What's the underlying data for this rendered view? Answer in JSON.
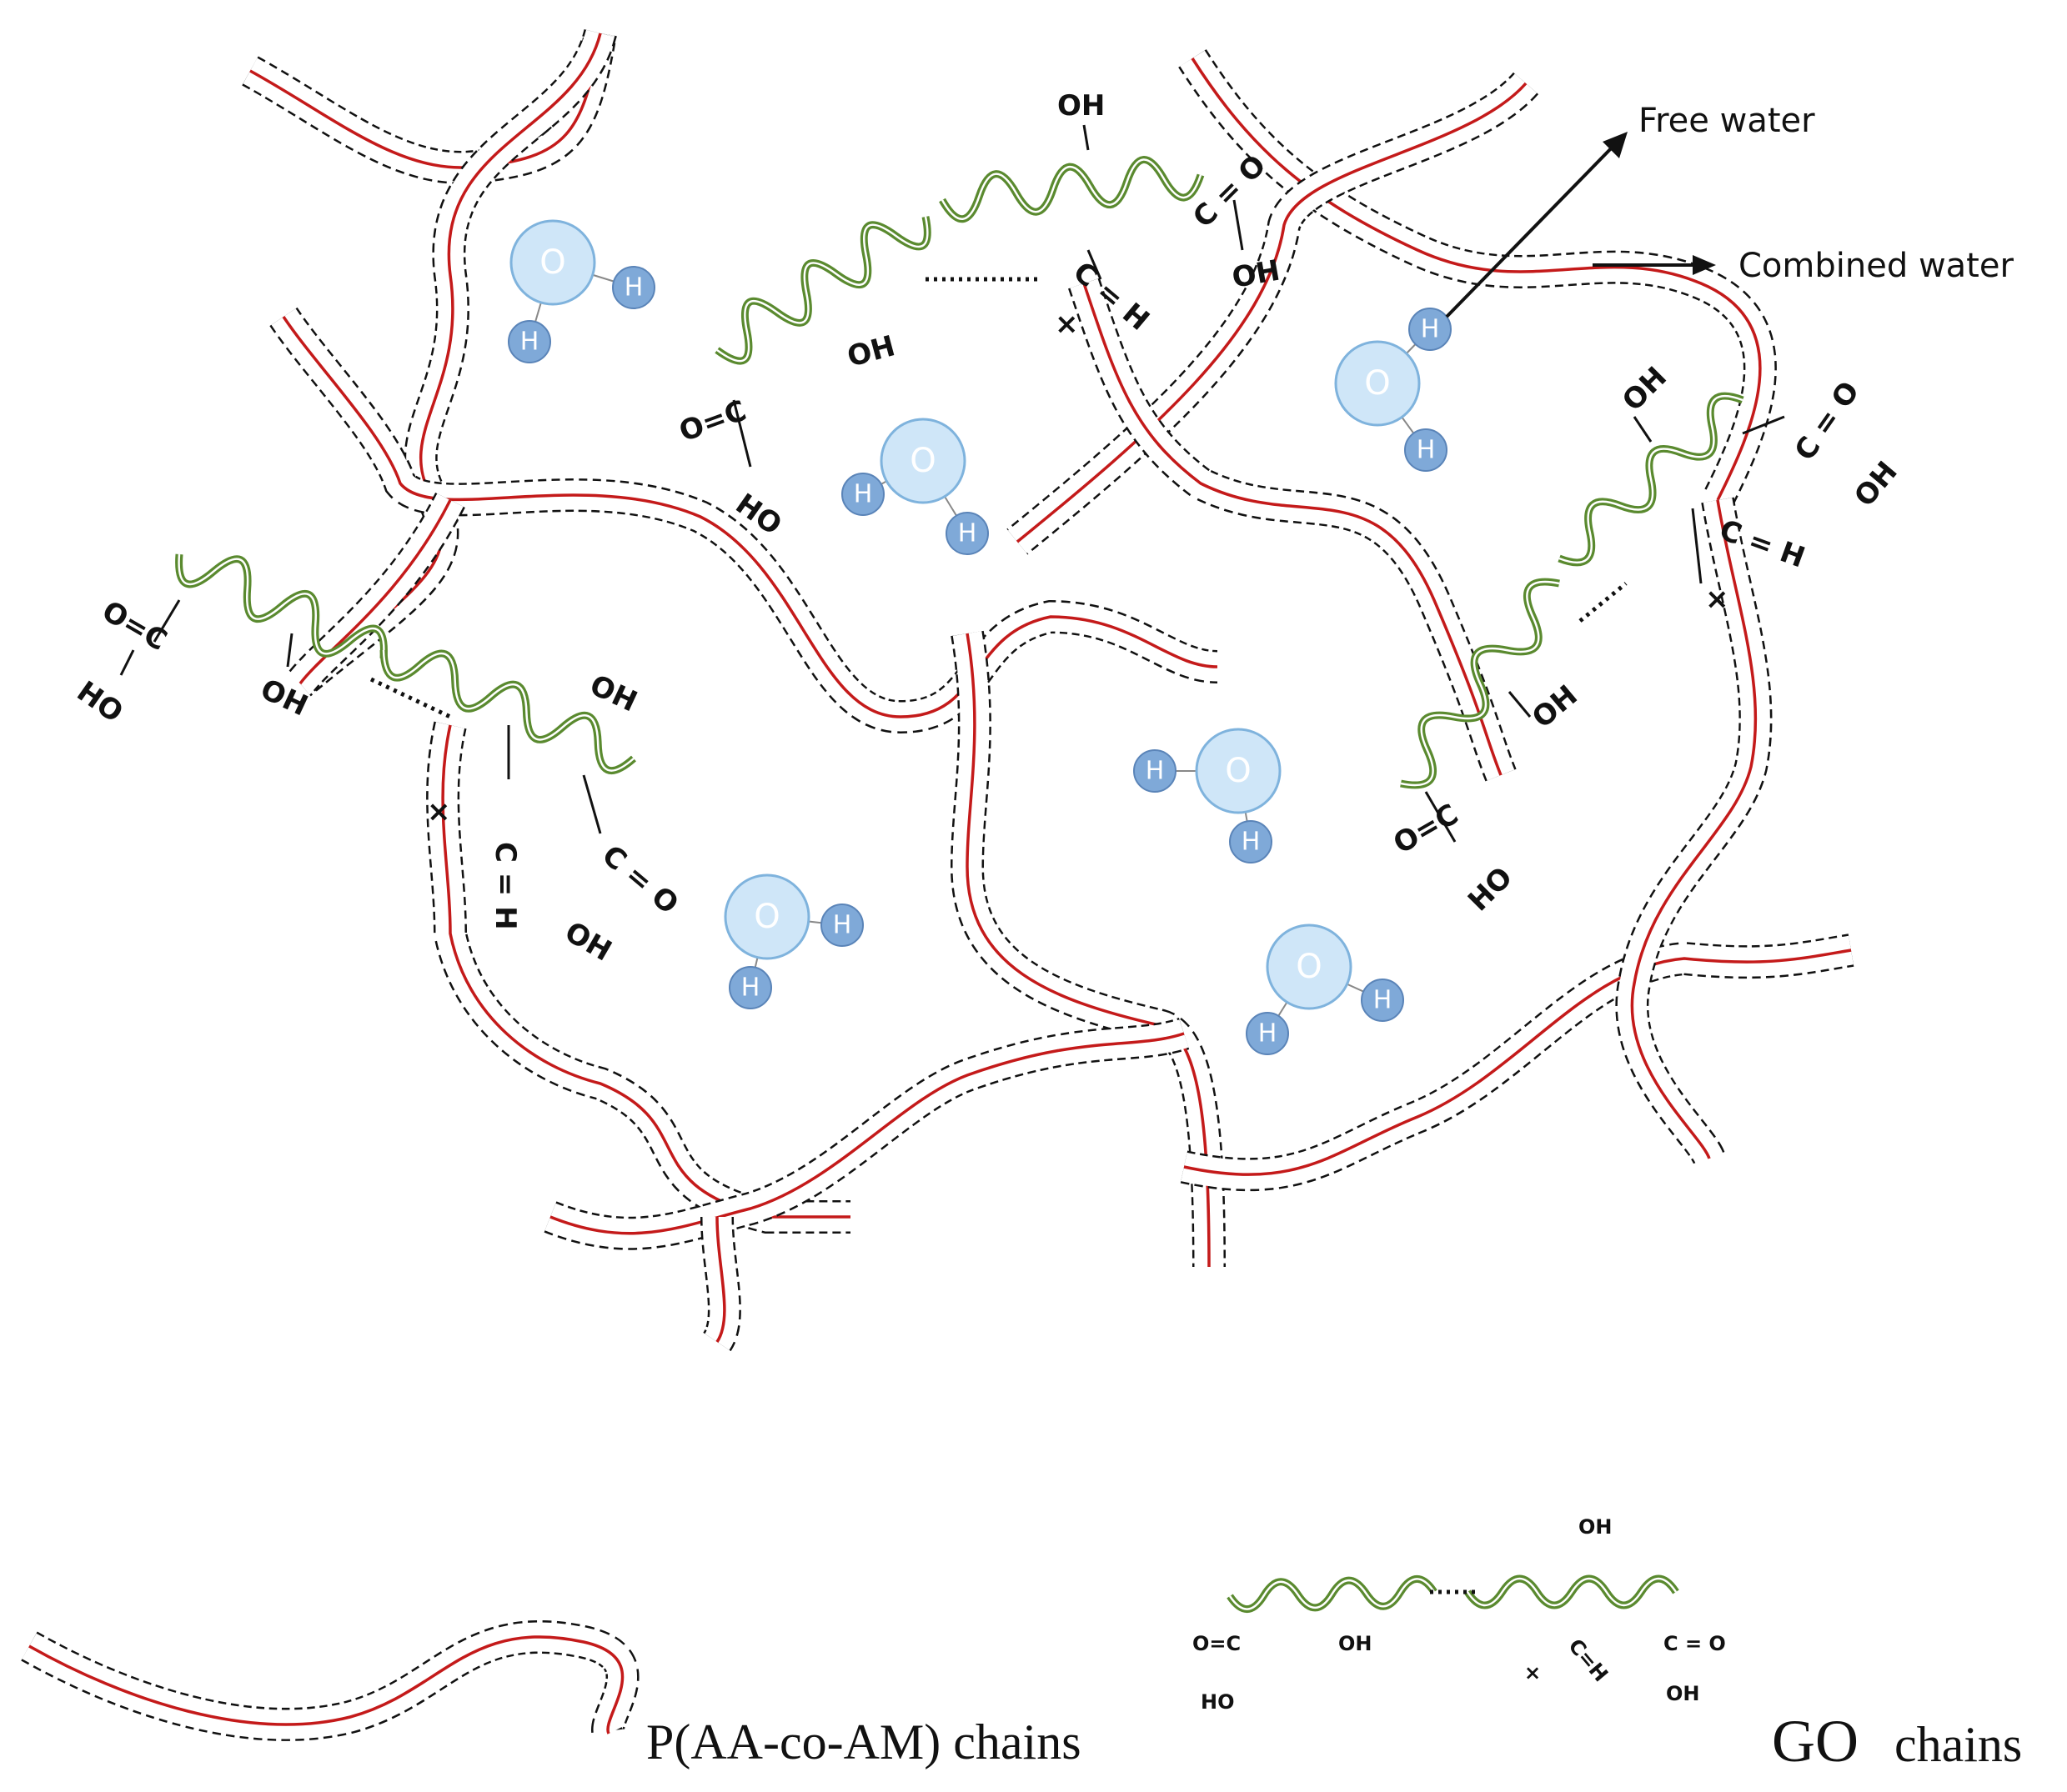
{
  "annotations": {
    "free_water": "Free water",
    "combined_water": "Combined water"
  },
  "legend": {
    "polymer_label": "P(AA-co-AM) chains",
    "go_label_big": "GO",
    "go_label_small": "chains",
    "go_groups": {
      "oh_top": "OH",
      "oc_left": "O=C",
      "ho_left": "HO",
      "oh_mid": "OH",
      "c_eq_h": "C=H",
      "cross": "×",
      "c_eq_o": "C = O",
      "oh_right": "OH"
    }
  },
  "water": {
    "oxygen": "O",
    "hydrogen": "H"
  },
  "groups": {
    "oh": "OH",
    "ho": "HO",
    "oc": "O=C",
    "co": "C = O",
    "ch": "C = H",
    "ch2": "C= H",
    "cross": "×"
  },
  "colors": {
    "polymer_core": "#c41a1a",
    "polymer_shell": "#111111",
    "go_chain": "#5a8a2f",
    "water_oxygen_fill": "#cfe6f8",
    "water_oxygen_stroke": "#7fb3dd",
    "water_hydrogen_fill": "#7fa9d8",
    "water_hydrogen_stroke": "#5a84b8"
  }
}
